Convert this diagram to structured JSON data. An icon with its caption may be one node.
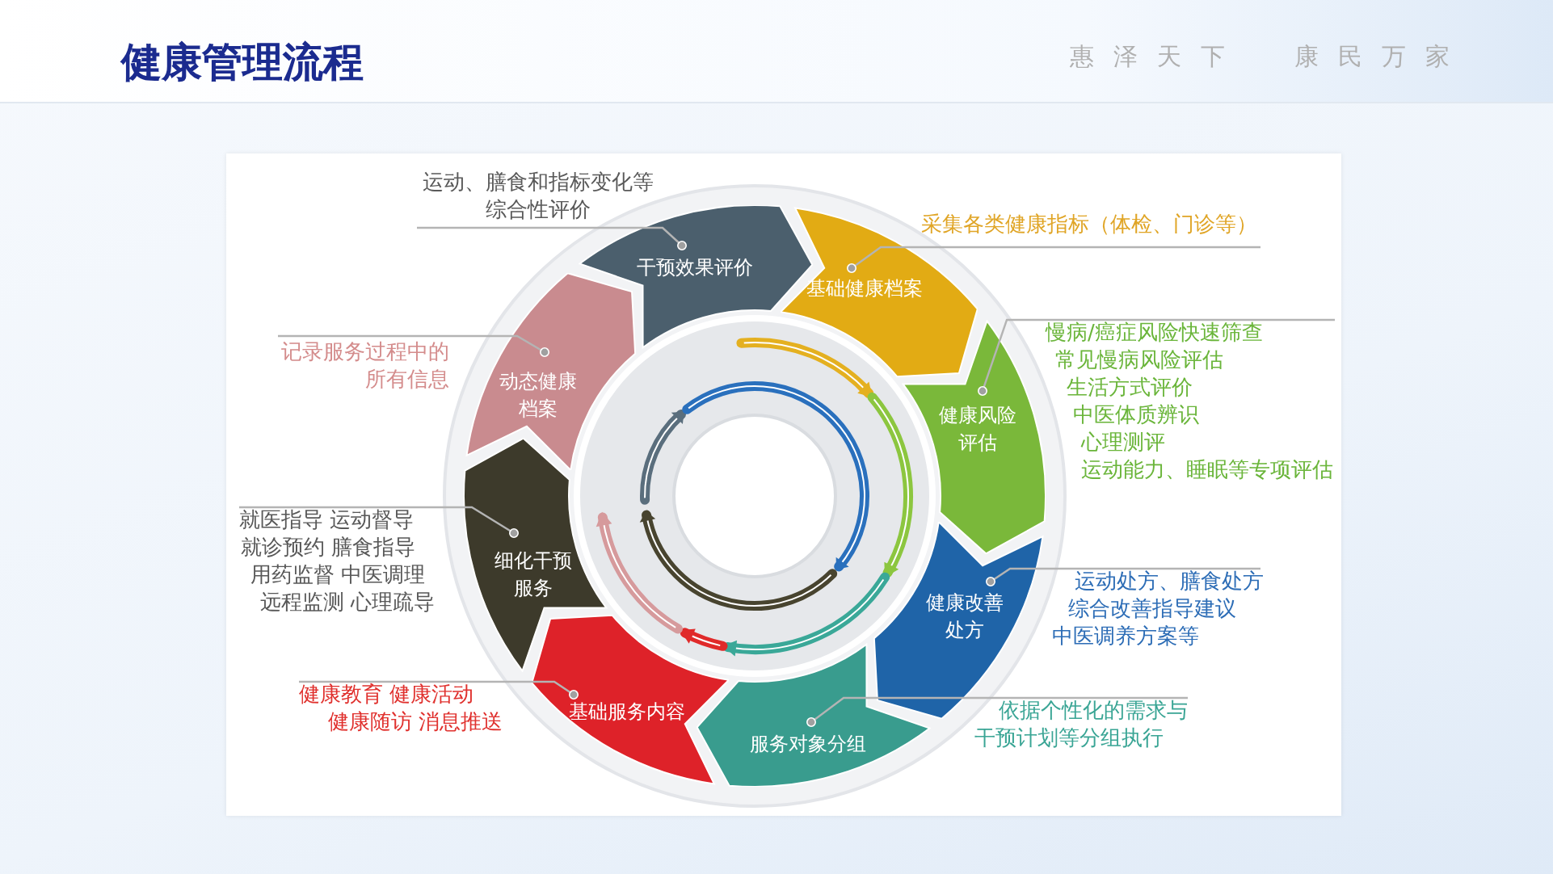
{
  "diagram": {
    "title": "健康管理流程",
    "nodes": [
      {
        "text": [
          "干预效果评价"
        ]
      },
      {
        "text": [
          "基础健康档案"
        ]
      },
      {
        "text": [
          "健康风险评估"
        ]
      },
      {
        "text": [
          "健康改善处方"
        ]
      },
      {
        "text": [
          "服务对象分组"
        ]
      },
      {
        "text": [
          "基础服务内容"
        ]
      },
      {
        "text": [
          "细化干预服务"
        ]
      },
      {
        "text": [
          "动态健康档案"
        ]
      },
      {
        "text": [
          "运动、膳食和指标变化等综合性评价"
        ]
      },
      {
        "text": [
          "采集各类健康指标（体检、门诊等）"
        ]
      },
      {
        "text": [
          "慢病/癌症风险快速筛查",
          "常见慢病风险评估",
          "生活方式评价",
          "中医体质辨识",
          "心理测评",
          "运动能力、睡眠等专项评估"
        ]
      },
      {
        "text": [
          "运动处方、膳食处方",
          "综合改善指导建议",
          "中医调养方案等"
        ]
      },
      {
        "text": [
          "依据个性化的需求与干预计划等分组执行"
        ]
      },
      {
        "text": [
          "健康教育 健康活动",
          "健康随访 消息推送"
        ]
      },
      {
        "text": [
          "就医指导 运动督导",
          "就诊预约 膳食指导",
          "用药监督 中医调理",
          "远程监测 心理疏导"
        ]
      },
      {
        "text": [
          "记录服务过程中的所有信息"
        ]
      }
    ],
    "edges": [
      {
        "from": 8,
        "to": 0,
        "arrow": "other"
      },
      {
        "from": 9,
        "to": 1,
        "arrow": "other"
      },
      {
        "from": 10,
        "to": 2,
        "arrow": "other"
      },
      {
        "from": 11,
        "to": 3,
        "arrow": "other"
      },
      {
        "from": 12,
        "to": 4,
        "arrow": "other"
      },
      {
        "from": 13,
        "to": 5,
        "arrow": "other"
      },
      {
        "from": 14,
        "to": 6,
        "arrow": "other"
      },
      {
        "from": 15,
        "to": 7,
        "arrow": "other"
      }
    ],
    "labels": [
      "惠泽天下 康民万家"
    ]
  }
}
